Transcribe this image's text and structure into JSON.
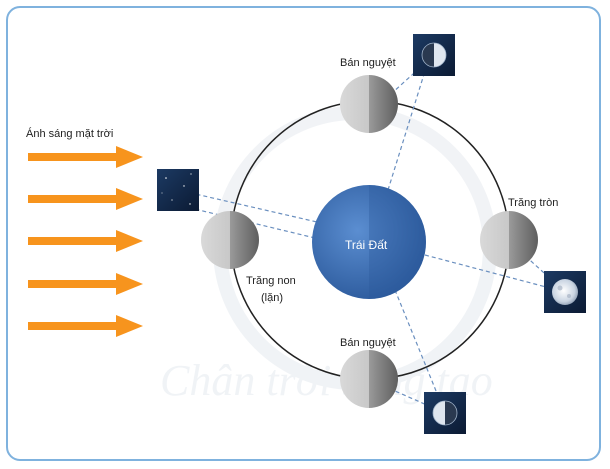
{
  "diagram": {
    "sunlight_label": "Ánh sáng mặt trời",
    "earth_label": "Trái Đất",
    "phases": {
      "top": "Bán nguyệt",
      "right": "Trăng tròn",
      "left_line1": "Trăng non",
      "left_line2": "(lặn)",
      "bottom": "Bán nguyệt"
    },
    "watermark": "Chân trời sáng tạo"
  },
  "colors": {
    "arrow": "#f7941d",
    "earth": "#3d6fb5",
    "orbit": "#222222",
    "sight_line": "#6a8fbf",
    "frame": "#7fb2de"
  }
}
